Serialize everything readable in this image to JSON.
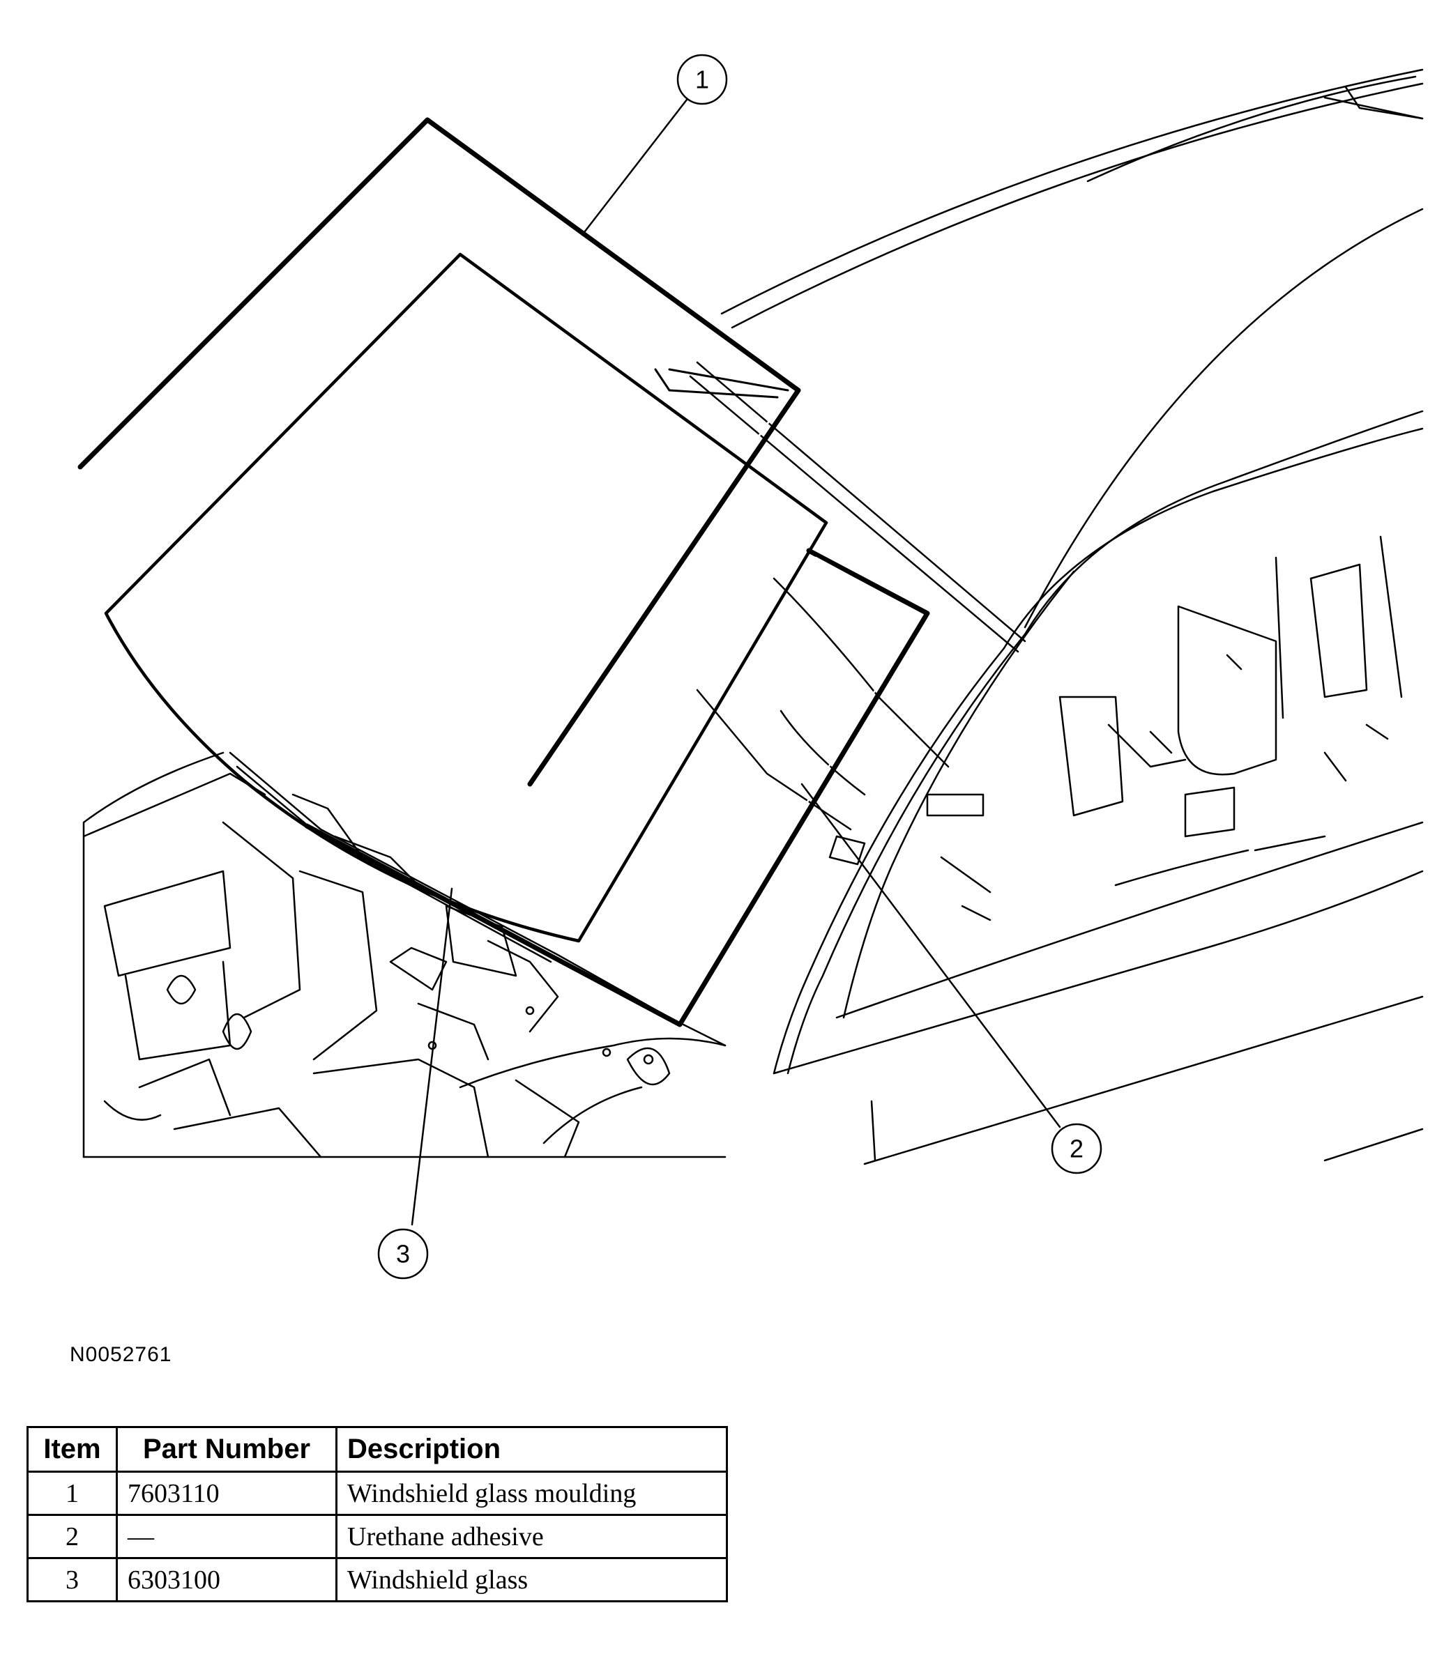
{
  "callouts": [
    {
      "number": "1"
    },
    {
      "number": "2"
    },
    {
      "number": "3"
    }
  ],
  "figure_id": "N0052761",
  "table": {
    "headers": {
      "item": "Item",
      "part_number": "Part Number",
      "description": "Description"
    },
    "rows": [
      {
        "item": "1",
        "part_number": "7603110",
        "description": "Windshield glass moulding"
      },
      {
        "item": "2",
        "part_number": "—",
        "description": "Urethane adhesive"
      },
      {
        "item": "3",
        "part_number": "6303100",
        "description": "Windshield glass"
      }
    ]
  }
}
